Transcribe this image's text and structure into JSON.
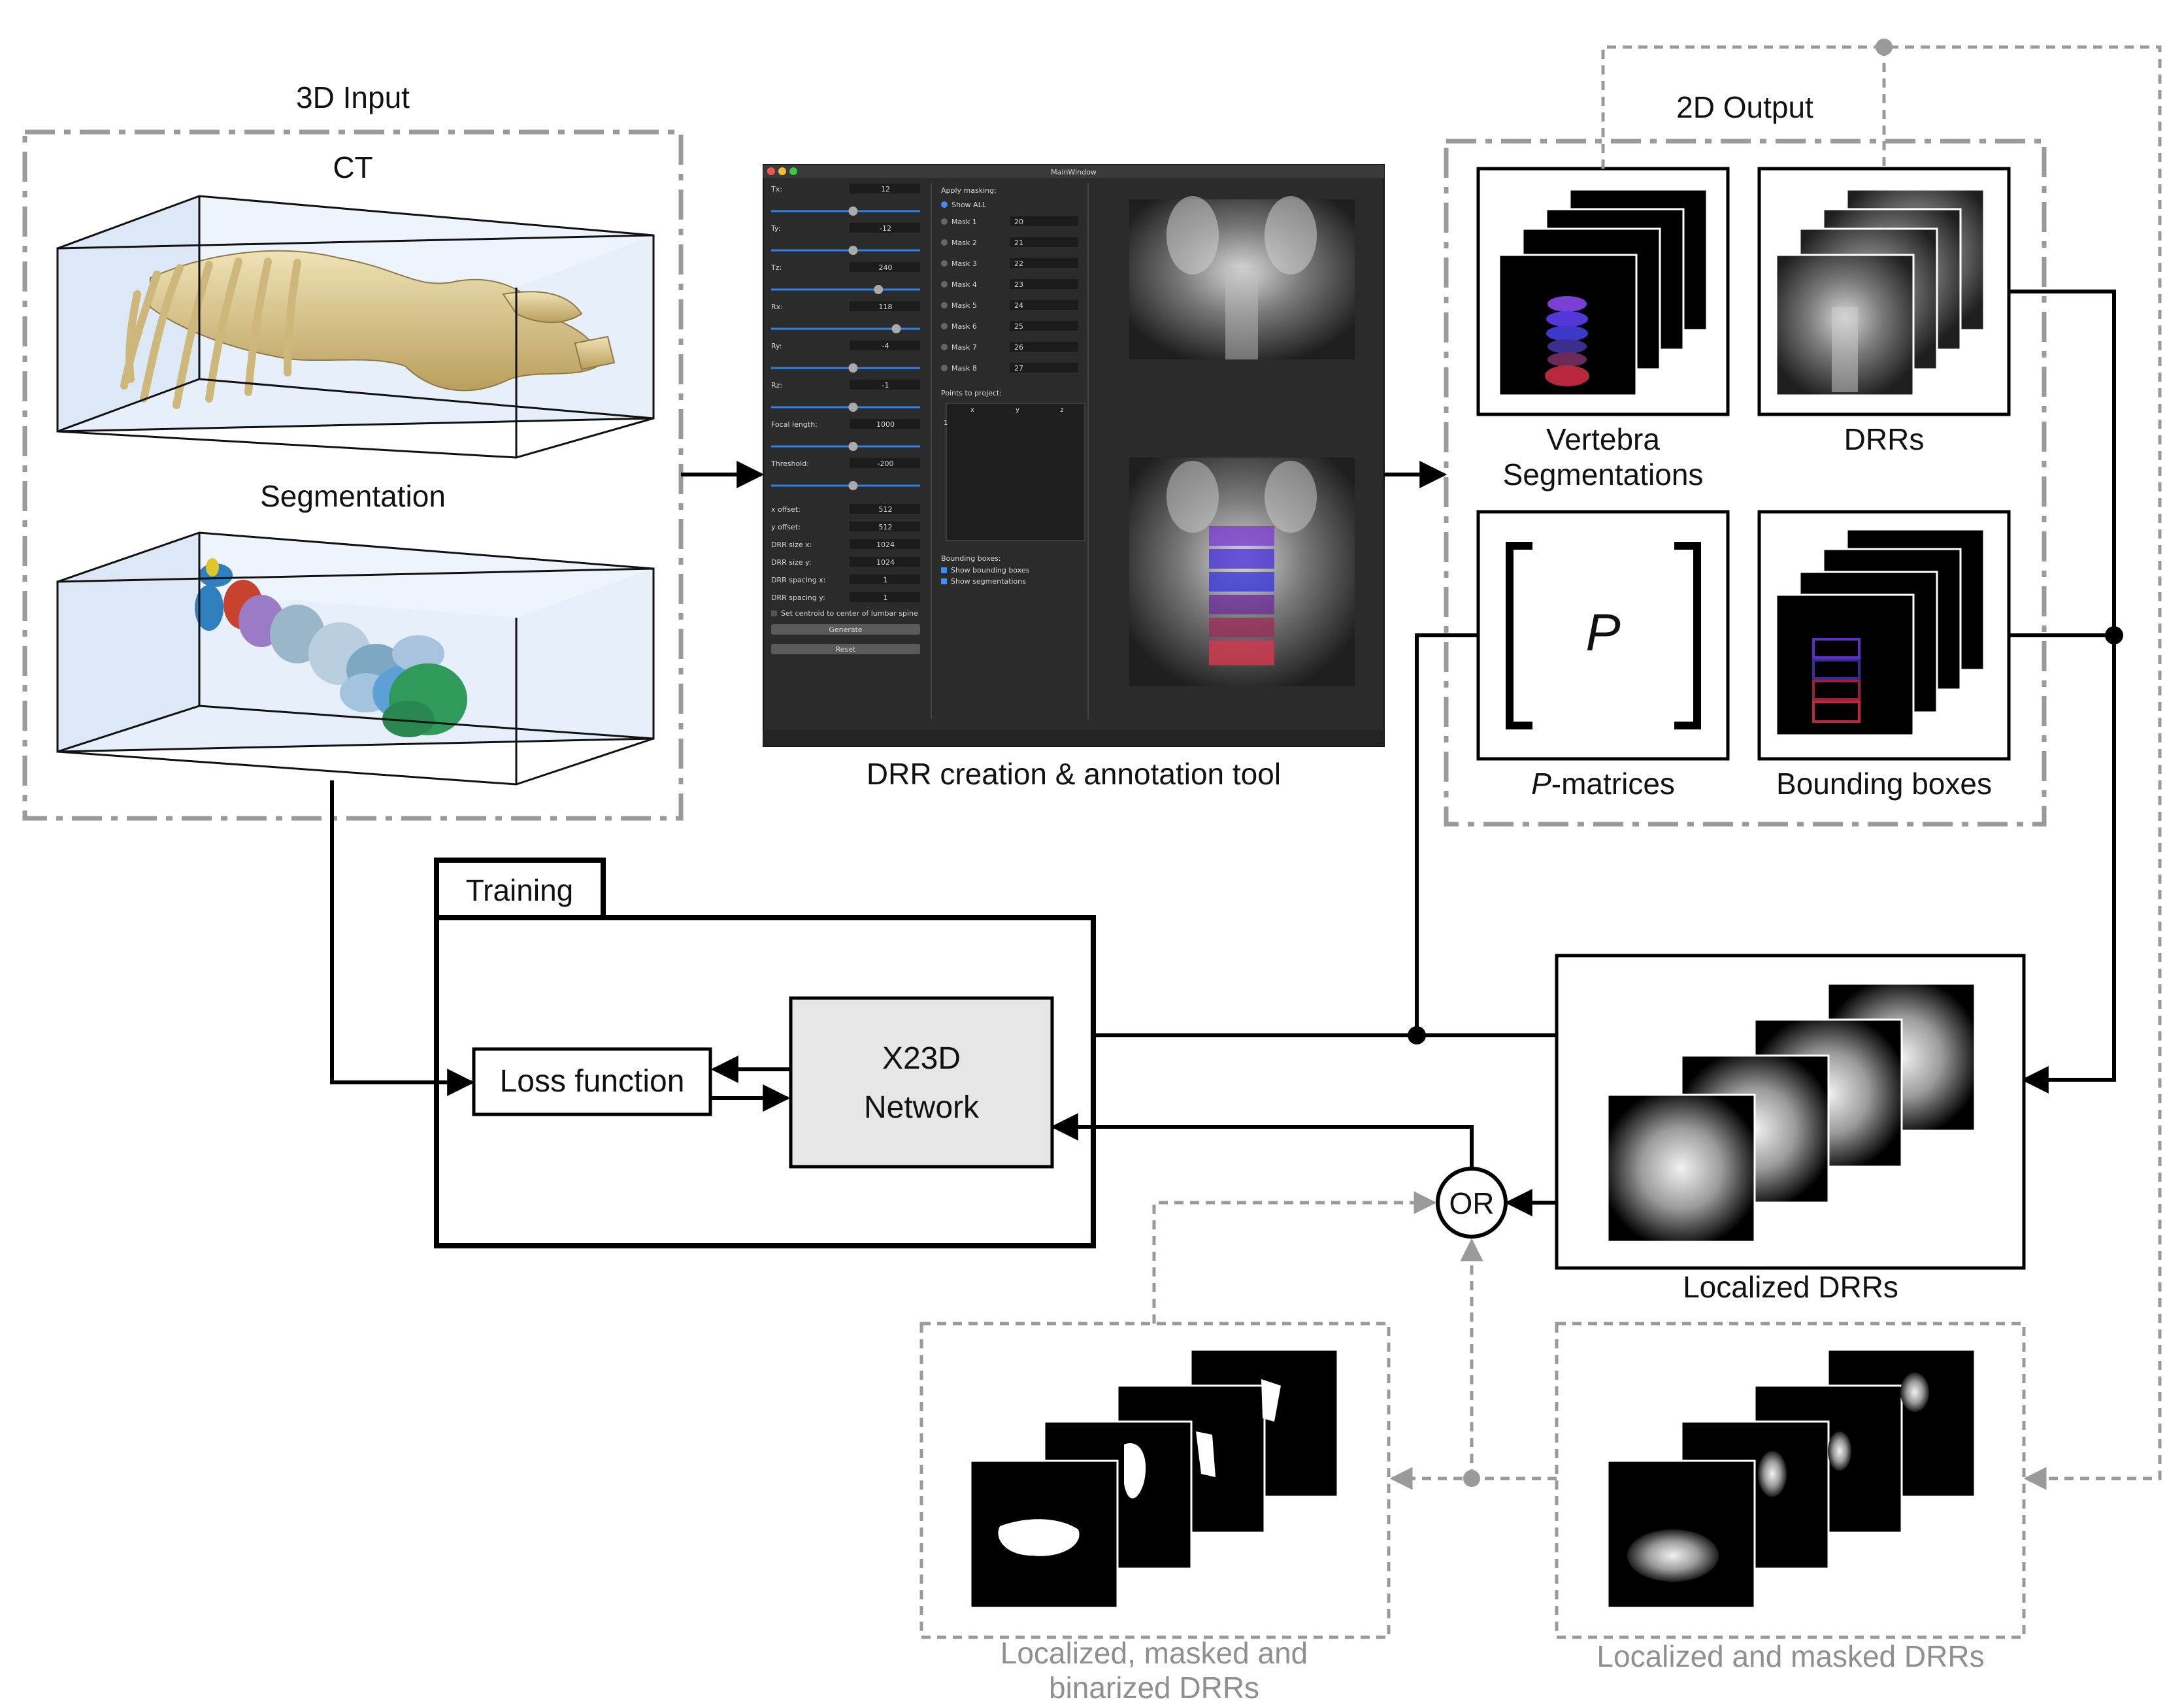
{
  "input": {
    "title": "3D Input",
    "ct_label": "CT",
    "seg_label": "Segmentation"
  },
  "output": {
    "title": "2D Output",
    "vertebra_seg_line1": "Vertebra",
    "vertebra_seg_line2": "Segmentations",
    "drrs": "DRRs",
    "p_symbol": "P",
    "p_matrices_italic": "P",
    "p_matrices_rest": "-matrices",
    "bounding_boxes": "Bounding boxes"
  },
  "tool": {
    "caption": "DRR creation & annotation tool",
    "window_title": "MainWindow",
    "params": [
      {
        "label": "Tx:",
        "value": "12"
      },
      {
        "label": "Ty:",
        "value": "-12"
      },
      {
        "label": "Tz:",
        "value": "240"
      },
      {
        "label": "Rx:",
        "value": "118"
      },
      {
        "label": "Ry:",
        "value": "-4"
      },
      {
        "label": "Rz:",
        "value": "-1"
      },
      {
        "label": "Focal length:",
        "value": "1000"
      },
      {
        "label": "Threshold:",
        "value": "-200"
      }
    ],
    "fields": [
      {
        "label": "x offset:",
        "value": "512"
      },
      {
        "label": "y offset:",
        "value": "512"
      },
      {
        "label": "DRR size x:",
        "value": "1024"
      },
      {
        "label": "DRR size y:",
        "value": "1024"
      },
      {
        "label": "DRR spacing x:",
        "value": "1"
      },
      {
        "label": "DRR spacing y:",
        "value": "1"
      }
    ],
    "centroid_checkbox": "Set centroid to center of lumbar spine",
    "generate_button": "Generate",
    "reset_button": "Reset",
    "masking_title": "Apply masking:",
    "show_all": "Show ALL",
    "masks": [
      {
        "label": "Mask 1",
        "value": "20"
      },
      {
        "label": "Mask 2",
        "value": "21"
      },
      {
        "label": "Mask 3",
        "value": "22"
      },
      {
        "label": "Mask 4",
        "value": "23"
      },
      {
        "label": "Mask 5",
        "value": "24"
      },
      {
        "label": "Mask 6",
        "value": "25"
      },
      {
        "label": "Mask 7",
        "value": "26"
      },
      {
        "label": "Mask 8",
        "value": "27"
      }
    ],
    "points_title": "Points to project:",
    "points_cols": [
      "x",
      "y",
      "z"
    ],
    "points_row": "1",
    "bbox_title": "Bounding boxes:",
    "show_bboxes": "Show bounding boxes",
    "show_segs": "Show segmentations"
  },
  "training": {
    "tab": "Training",
    "loss": "Loss function",
    "network_line1": "X23D",
    "network_line2": "Network"
  },
  "localized": {
    "drrs": "Localized DRRs",
    "or": "OR",
    "masked_binarized_line1": "Localized, masked and",
    "masked_binarized_line2": "binarized DRRs",
    "masked": "Localized and masked DRRs"
  },
  "colors": {
    "dashed_box": "#9a9a9a",
    "grey_path": "#999999",
    "tool_bg": "#2b2b2b",
    "network_fill": "#e6e6e6",
    "bone": "#d9c58f",
    "bbox_red": "#c0283a",
    "bbox_blue": "#3b2fb0"
  }
}
